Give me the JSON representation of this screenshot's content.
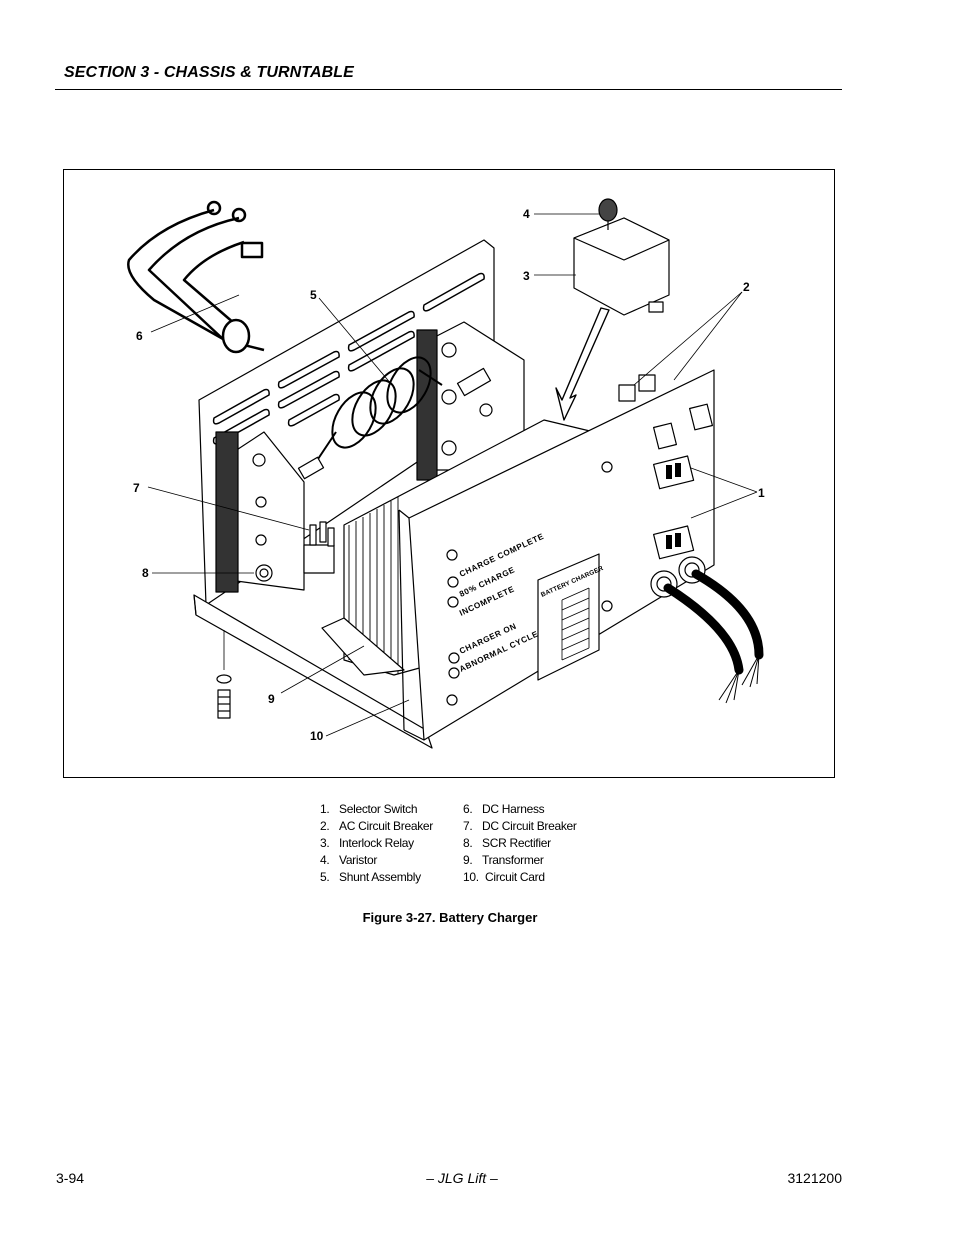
{
  "header": {
    "section_title": "SECTION 3 - CHASSIS & TURNTABLE"
  },
  "figure": {
    "callouts": [
      "1",
      "2",
      "3",
      "4",
      "5",
      "6",
      "7",
      "8",
      "9",
      "10"
    ],
    "panel_labels": {
      "charge_complete": "CHARGE COMPLETE",
      "eighty_charge": "80% CHARGE",
      "incomplete": "INCOMPLETE",
      "charger_on": "CHARGER ON",
      "abnormal_cycle": "ABNORMAL CYCLE",
      "battery_charger": "BATTERY CHARGER"
    },
    "legend_left": [
      {
        "num": "1.",
        "label": "Selector Switch"
      },
      {
        "num": "2.",
        "label": "AC Circuit Breaker"
      },
      {
        "num": "3.",
        "label": "Interlock Relay"
      },
      {
        "num": "4.",
        "label": "Varistor"
      },
      {
        "num": "5.",
        "label": "Shunt Assembly"
      }
    ],
    "legend_right": [
      {
        "num": "6.",
        "label": "DC Harness"
      },
      {
        "num": "7.",
        "label": "DC Circuit Breaker"
      },
      {
        "num": "8.",
        "label": "SCR Rectifier"
      },
      {
        "num": "9.",
        "label": "Transformer"
      },
      {
        "num": "10.",
        "label": "Circuit Card"
      }
    ],
    "caption": "Figure 3-27.  Battery Charger"
  },
  "footer": {
    "page_number": "3-94",
    "publisher": "– JLG Lift –",
    "doc_number": "3121200"
  }
}
